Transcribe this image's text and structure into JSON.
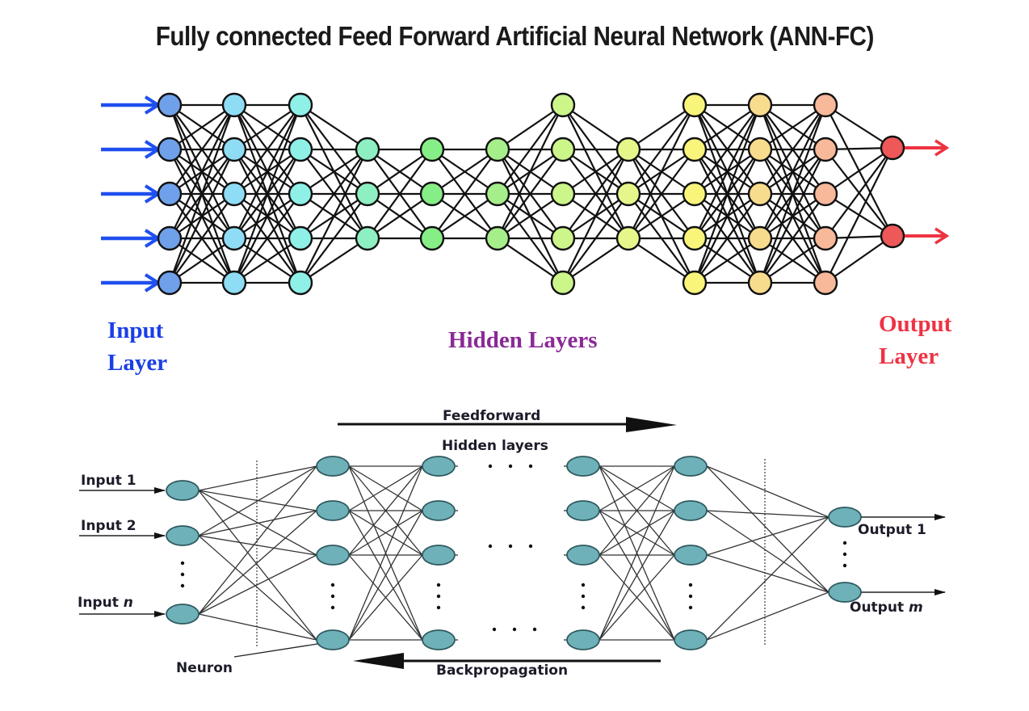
{
  "title": "Fully connected Feed Forward Artificial Neural Network (ANN-FC)",
  "top_diagram": {
    "labels": {
      "input_line1": "Input",
      "input_line2": "Layer",
      "hidden": "Hidden Layers",
      "output_line1": "Output",
      "output_line2": "Layer"
    },
    "label_colors": {
      "input": "#1a3fe6",
      "hidden": "#8a2a96",
      "output": "#ee3344"
    },
    "arrow_colors": {
      "input": "#1f4ff0",
      "output": "#ee3344"
    },
    "layers": [
      {
        "role": "input",
        "neurons": 5,
        "color": "#6fa0ea"
      },
      {
        "role": "hidden",
        "neurons": 5,
        "color": "#8fdcf5"
      },
      {
        "role": "hidden",
        "neurons": 5,
        "color": "#8ff0e8"
      },
      {
        "role": "hidden",
        "neurons": 3,
        "color": "#8ef0c2"
      },
      {
        "role": "hidden",
        "neurons": 3,
        "color": "#86ee86"
      },
      {
        "role": "hidden",
        "neurons": 3,
        "color": "#a6ee8a"
      },
      {
        "role": "hidden",
        "neurons": 5,
        "color": "#ccf58a"
      },
      {
        "role": "hidden",
        "neurons": 3,
        "color": "#e6f68a"
      },
      {
        "role": "hidden",
        "neurons": 5,
        "color": "#f8f57a"
      },
      {
        "role": "hidden",
        "neurons": 5,
        "color": "#f8dc8e"
      },
      {
        "role": "hidden",
        "neurons": 5,
        "color": "#f8b89a"
      },
      {
        "role": "output",
        "neurons": 2,
        "color": "#ee5858"
      }
    ],
    "connectivity": "fully-connected"
  },
  "bottom_diagram": {
    "feedforward_label": "Feedforward",
    "hidden_layers_label": "Hidden layers",
    "backpropagation_label": "Backpropagation",
    "neuron_label": "Neuron",
    "inputs": [
      {
        "text": "Input ",
        "var": "1"
      },
      {
        "text": "Input ",
        "var": "2"
      },
      {
        "text": "Input ",
        "var": "n",
        "italic": true
      }
    ],
    "outputs": [
      {
        "text": "Output ",
        "var": "1"
      },
      {
        "text": "Output ",
        "var": "m",
        "italic": true
      }
    ],
    "ellipsis": "· · ·",
    "neuron_color": "#6fb1b8",
    "neuron_stroke": "#2e5a60",
    "hidden_layer_count_shown": 4
  }
}
